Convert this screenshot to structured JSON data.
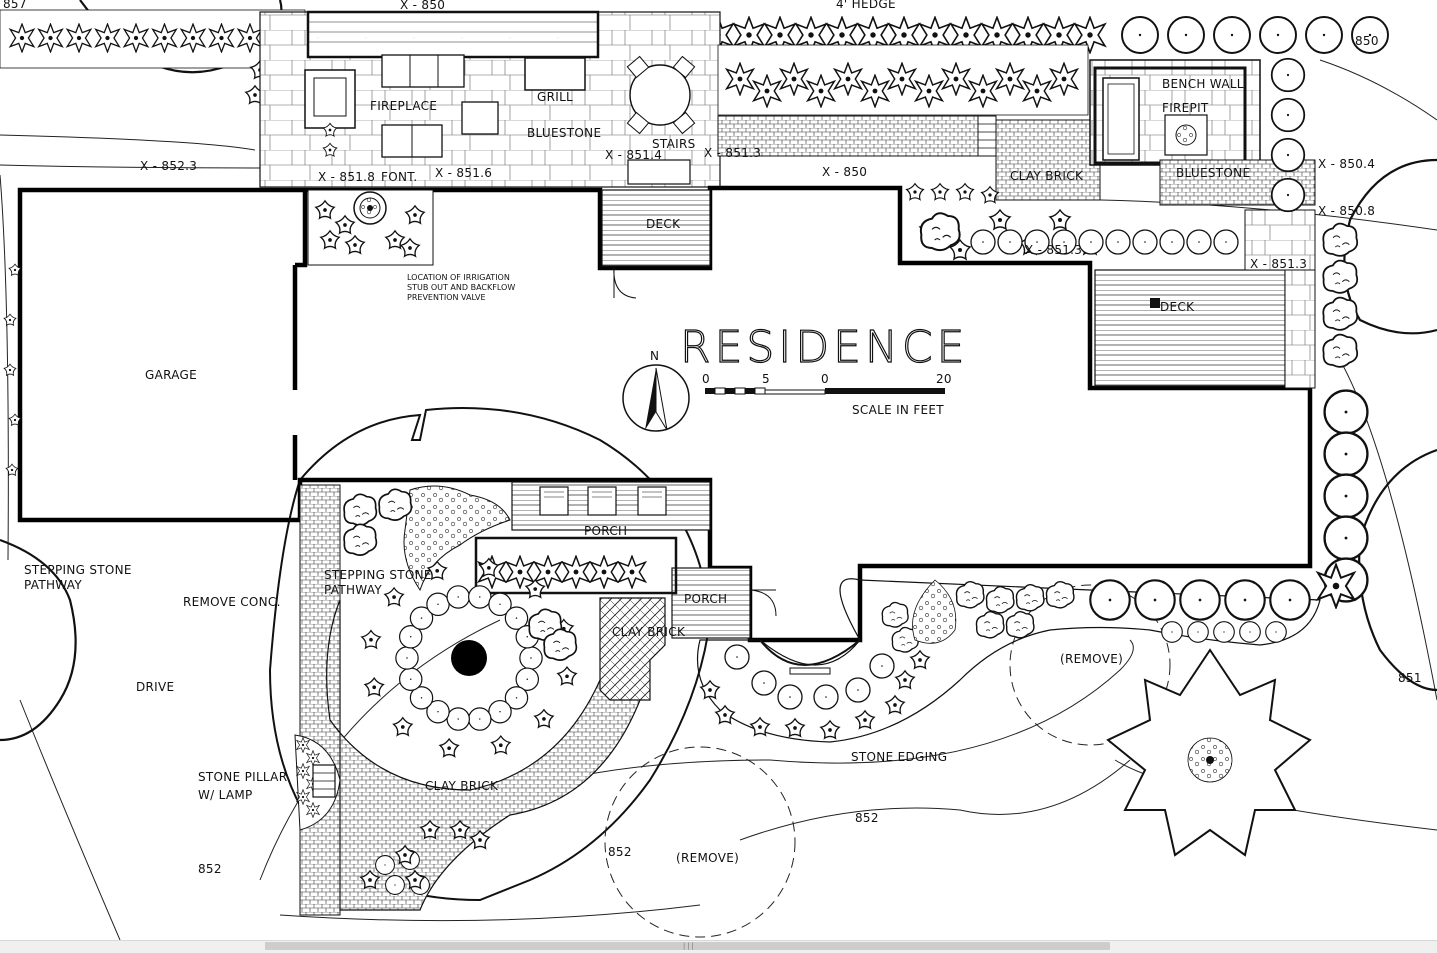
{
  "drawing": {
    "title": "RESIDENCE",
    "north_label": "N",
    "scale_label": "SCALE IN FEET",
    "scale_ticks": [
      "0",
      "5",
      "0",
      "20"
    ]
  },
  "labels": {
    "garage": "GARAGE",
    "deck_top": "DECK",
    "deck_right": "DECK",
    "porch_1": "PORCH",
    "porch_2": "PORCH",
    "fireplace": "FIREPLACE",
    "grill": "GRILL",
    "bluestone": "BLUESTONE",
    "stairs": "STAIRS",
    "bench_wall": "BENCH WALL",
    "firepit": "FIREPIT",
    "bluestone_right": "BLUESTONE",
    "clay_brick_small": "CLAY BRICK",
    "clay_brick_large": "CLAY BRICK",
    "clay_brick_top": "CLAY BRICK",
    "stepping_stone_left_1": "STEPPING STONE",
    "stepping_stone_left_2": "PATHWAY",
    "stepping_stone_mid_1": "STEPPING STONE",
    "stepping_stone_mid_2": "PATHWAY",
    "remove_conc": "REMOVE CONC.",
    "drive": "DRIVE",
    "stone_pillar_1": "STONE PILLAR",
    "stone_pillar_2": "W/ LAMP",
    "stone_edging": "STONE EDGING",
    "remove_1": "(REMOVE)",
    "remove_2": "(REMOVE)",
    "irrigation_1": "LOCATION OF IRRIGATION",
    "irrigation_2": "STUB OUT AND BACKFLOW",
    "irrigation_3": "PREVENTION VALVE",
    "hedge": "4' HEDGE",
    "font": "FONT."
  },
  "spot_elevations": {
    "e1": "X - 850",
    "e2": "X - 852.3",
    "e3": "X - 851.8",
    "e4": "X - 851.6",
    "e5": "X - 851.4",
    "e6": "X - 851.3",
    "e7": "X - 850",
    "e8": "X - 851.3",
    "e9": "X - 850.4",
    "e10": "X - 850.8",
    "e11": "X - 851.3"
  },
  "contours": {
    "c850": "850",
    "c851": "851",
    "c852_a": "852",
    "c852_b": "852",
    "c852_c": "852",
    "c857": "857"
  },
  "scroll": {
    "grip": "|||"
  }
}
